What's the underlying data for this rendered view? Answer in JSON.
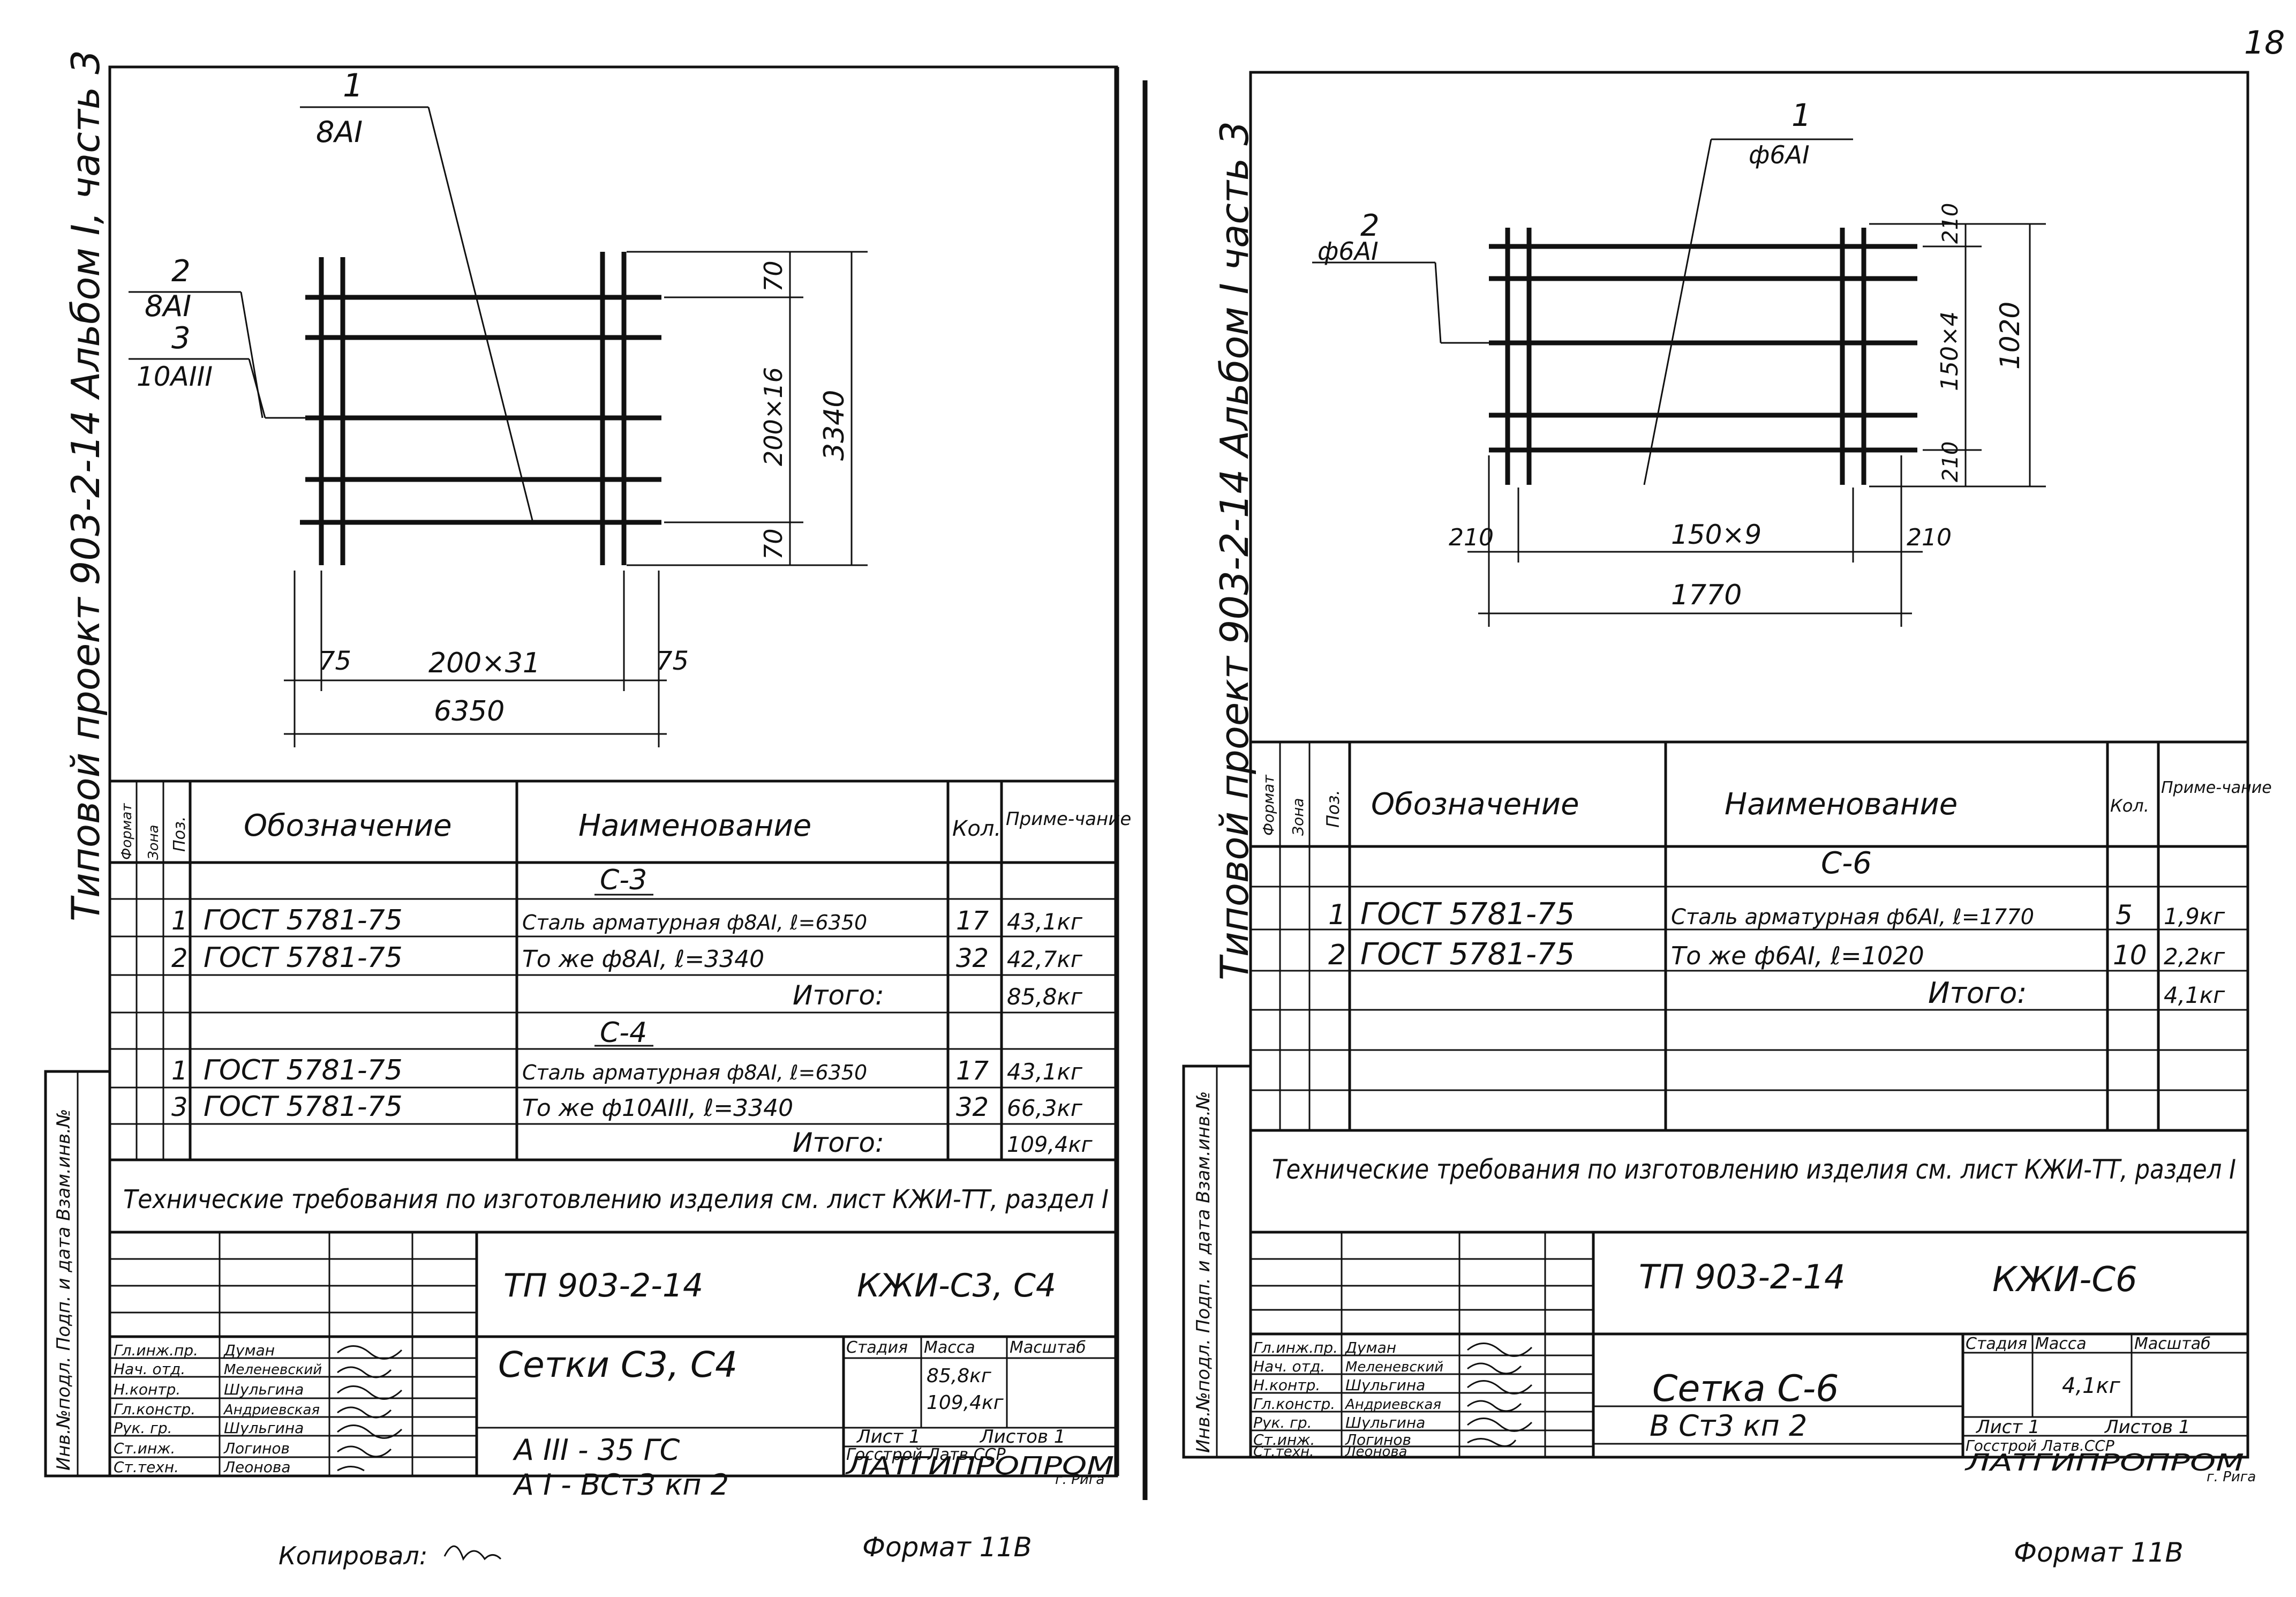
{
  "page_number": "18",
  "left_sheet": {
    "side_title": "Типовой проект 903-2-14   Альбом I, часть 3",
    "drawing": {
      "pos1_num": "1",
      "pos1_label": "8AI",
      "pos2_num": "2",
      "pos2_label": "8AI",
      "pos3_num": "3",
      "pos3_label": "10AIII",
      "dim_70_top": "70",
      "dim_vert_mid": "200×16",
      "dim_70_bot": "70",
      "dim_total_h": "3340",
      "dim_75_left": "75",
      "dim_horiz_mid": "200×31",
      "dim_75_right": "75",
      "dim_total_w": "6350"
    },
    "spec": {
      "headers": {
        "format": "Формат",
        "zone": "Зона",
        "pos": "Поз.",
        "designation": "Обозначение",
        "name": "Наименование",
        "qty": "Кол.",
        "note": "Приме-чание"
      },
      "group1": "С-3",
      "rows1": [
        {
          "pos": "1",
          "designation": "ГОСТ 5781-75",
          "name": "Сталь арматурная ф8AI, ℓ=6350",
          "qty": "17",
          "note": "43,1кг"
        },
        {
          "pos": "2",
          "designation": "ГОСТ 5781-75",
          "name": "То же   ф8AI, ℓ=3340",
          "qty": "32",
          "note": "42,7кг"
        }
      ],
      "total1_label": "Итого:",
      "total1_value": "85,8кг",
      "group2": "С-4",
      "rows2": [
        {
          "pos": "1",
          "designation": "ГОСТ 5781-75",
          "name": "Сталь арматурная ф8AI, ℓ=6350",
          "qty": "17",
          "note": "43,1кг"
        },
        {
          "pos": "3",
          "designation": "ГОСТ 5781-75",
          "name": "То же  ф10AIII, ℓ=3340",
          "qty": "32",
          "note": "66,3кг"
        }
      ],
      "total2_label": "Итого:",
      "total2_value": "109,4кг"
    },
    "requirements": "Технические требования по изготовлению изделия см. лист КЖИ-ТТ, раздел I",
    "side_stamp": "Инв.№подл.  Подп. и дата  Взам.инв.№",
    "title_block": {
      "project": "ТП 903-2-14",
      "code": "КЖИ-С3, С4",
      "name": "Сетки С3, С4",
      "col_stage": "Стадия",
      "col_mass": "Масса",
      "col_scale": "Масштаб",
      "mass1": "85,8кг",
      "mass2": "109,4кг",
      "sheet": "Лист 1",
      "sheets": "Листов 1",
      "material1": "A III - 35 ГС",
      "material2": "A I - ВСт3 кп 2",
      "org1": "Госстрой Латв.ССР",
      "org2": "ЛАТГИПРОПРОМ",
      "city": "г. Рига",
      "roles": [
        "Гл.инж.пр.",
        "Нач. отд.",
        "Н.контр.",
        "Гл.констр.",
        "Рук. гр.",
        "Ст.инж.",
        "Ст.техн."
      ],
      "names": [
        "Думан",
        "Меленевский",
        "Шульгина",
        "Андриевская",
        "Шульгина",
        "Логинов",
        "Леонова"
      ]
    },
    "copied": "Копировал:",
    "format": "Формат 11В"
  },
  "right_sheet": {
    "side_title": "Типовой проект 903-2-14   Альбом I часть 3",
    "drawing": {
      "pos1_num": "1",
      "pos1_label": "ф6AI",
      "pos2_num": "2",
      "pos2_label": "ф6AI",
      "dim_210_top": "210",
      "dim_vert_mid": "150×4",
      "dim_210_bot": "210",
      "dim_total_h": "1020",
      "dim_210_left": "210",
      "dim_horiz_mid": "150×9",
      "dim_210_right": "210",
      "dim_total_w": "1770"
    },
    "spec": {
      "headers": {
        "format": "Формат",
        "zone": "Зона",
        "pos": "Поз.",
        "designation": "Обозначение",
        "name": "Наименование",
        "qty": "Кол.",
        "note": "Приме-чание"
      },
      "group1": "С-6",
      "rows1": [
        {
          "pos": "1",
          "designation": "ГОСТ 5781-75",
          "name": "Сталь арматурная ф6AI, ℓ=1770",
          "qty": "5",
          "note": "1,9кг"
        },
        {
          "pos": "2",
          "designation": "ГОСТ 5781-75",
          "name": "То же      ф6AI, ℓ=1020",
          "qty": "10",
          "note": "2,2кг"
        }
      ],
      "total1_label": "Итого:",
      "total1_value": "4,1кг"
    },
    "requirements": "Технические требования по изготовлению изделия см. лист КЖИ-ТТ, раздел I",
    "side_stamp": "Инв.№подл.  Подп. и дата  Взам.инв.№",
    "title_block": {
      "project": "ТП 903-2-14",
      "code": "КЖИ-С6",
      "name": "Сетка С-6",
      "col_stage": "Стадия",
      "col_mass": "Масса",
      "col_scale": "Масштаб",
      "mass1": "4,1кг",
      "sheet": "Лист 1",
      "sheets": "Листов 1",
      "material1": "В Ст3 кп 2",
      "org1": "Госстрой Латв.ССР",
      "org2": "ЛАТГИПРОПРОМ",
      "city": "г. Рига",
      "roles": [
        "Гл.инж.пр.",
        "Нач. отд.",
        "Н.контр.",
        "Гл.констр.",
        "Рук. гр.",
        "Ст.инж.",
        "Ст.техн."
      ],
      "names": [
        "Думан",
        "Меленевский",
        "Шульгина",
        "Андриевская",
        "Шульгина",
        "Логинов",
        "Леонова"
      ]
    },
    "format": "Формат 11В"
  }
}
